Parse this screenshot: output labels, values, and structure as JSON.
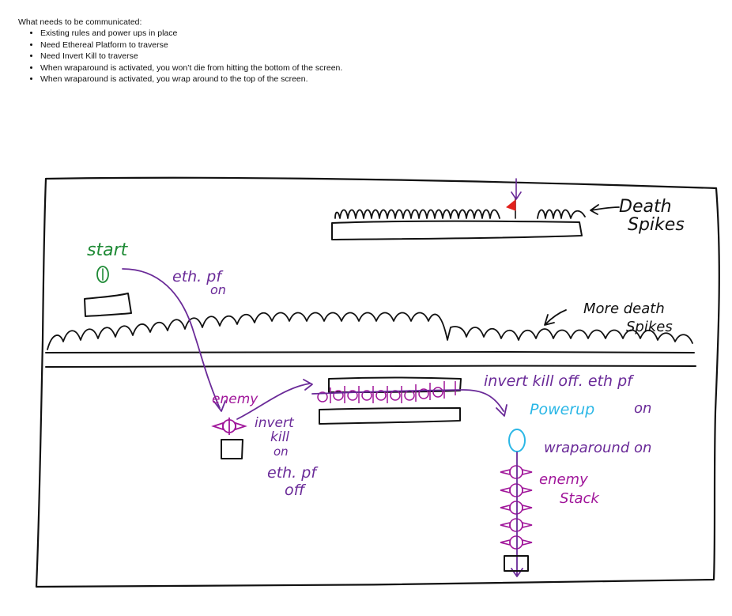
{
  "notes": {
    "heading": "What needs to be communicated:",
    "items": [
      "Existing rules and power ups in place",
      "Need Ethereal Platform to traverse",
      "Need Invert Kill to traverse",
      "When wraparound is activated, you won’t die from hitting the bottom of the screen.",
      "When wraparound is activated, you wrap around to the top of the screen."
    ]
  },
  "sketch": {
    "start": "start",
    "start_marker": "0",
    "eth_pf": "eth. pf",
    "eth_pf_on": "on",
    "death_spikes_1": "Death",
    "death_spikes_2": "Spikes",
    "more_death_1": "More death",
    "more_death_2": "Spikes",
    "enemy_1": "enemy",
    "invert_1": "invert",
    "invert_2": "kill",
    "invert_3": "on",
    "invert_4": "eth. pf",
    "invert_5": "off",
    "invert_kill_off": "invert kill off. eth pf",
    "invert_kill_off_on": "on",
    "powerup": "Powerup",
    "wrap_on": "wraparound on",
    "enemy_2": "enemy",
    "stack": "Stack"
  },
  "colors": {
    "ink": "#111111",
    "green": "#1e8a35",
    "purple": "#6a2a98",
    "magenta": "#a0169a",
    "cyan": "#2bb7e6",
    "red": "#e2211c"
  }
}
